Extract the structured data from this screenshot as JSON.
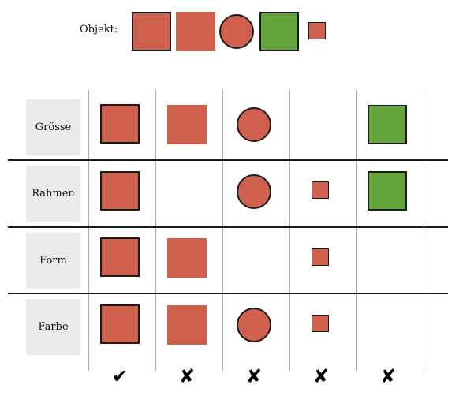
{
  "objekt_label": "Objekt:",
  "colors": {
    "red": "#d0604e",
    "green": "#65a33b",
    "border": "#1a1a1a",
    "label_bg": "#e9ebea"
  },
  "object_shapes": [
    {
      "shape": "square",
      "color": "red",
      "border": true,
      "size": "large"
    },
    {
      "shape": "square",
      "color": "red",
      "border": false,
      "size": "large"
    },
    {
      "shape": "circle",
      "color": "red",
      "border": true,
      "size": "large"
    },
    {
      "shape": "square",
      "color": "green",
      "border": true,
      "size": "large"
    },
    {
      "shape": "square",
      "color": "red",
      "border": true,
      "size": "small"
    }
  ],
  "rows": [
    {
      "label": "Grösse"
    },
    {
      "label": "Rahmen"
    },
    {
      "label": "Form"
    },
    {
      "label": "Farbe"
    }
  ],
  "results": [
    {
      "mark": "✔",
      "icon": "check-icon"
    },
    {
      "mark": "✘",
      "icon": "cross-icon"
    },
    {
      "mark": "✘",
      "icon": "cross-icon"
    },
    {
      "mark": "✘",
      "icon": "cross-icon"
    },
    {
      "mark": "✘",
      "icon": "cross-icon"
    }
  ]
}
